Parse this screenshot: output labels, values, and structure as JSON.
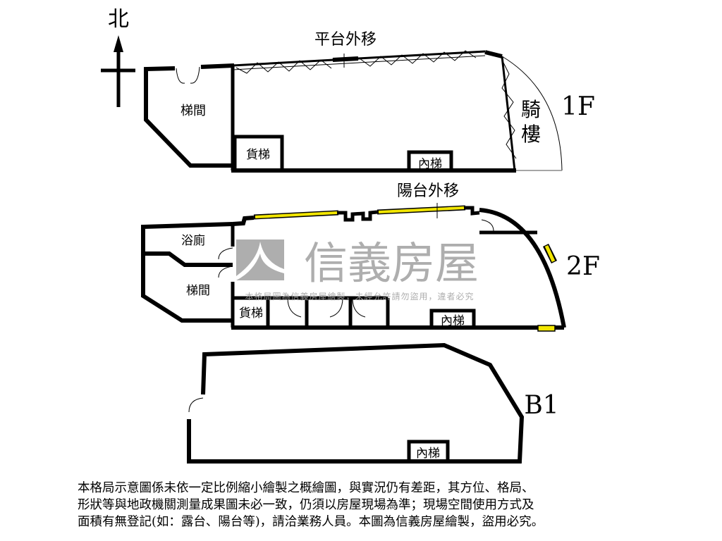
{
  "compass": {
    "north": "北",
    "icon": "north-arrow-icon"
  },
  "floors": {
    "f1": {
      "label": "1F",
      "rooms": {
        "stair": "梯間",
        "cargo_lift": "貨梯",
        "inner_stair": "內梯"
      },
      "platform_note": "平台外移",
      "arcade": [
        "騎",
        "樓"
      ]
    },
    "f2": {
      "label": "2F",
      "rooms": {
        "bath": "浴廁",
        "stair": "梯間",
        "cargo_lift": "貨梯",
        "inner_stair": "內梯"
      },
      "balcony_note": "陽台外移"
    },
    "b1": {
      "label": "B1",
      "rooms": {
        "inner_stair": "內梯"
      }
    }
  },
  "watermark": {
    "brand": "信義房屋",
    "notice": "本格局圖為信義房屋繪製，未經允許請勿盜用，違者必究"
  },
  "disclaimer": [
    "本格局示意圖係未依一定比例縮小繪製之概繪圖，與實況仍有差距，其方位、格局、",
    "形狀等與地政機關測量成果圖未必一致，仍須以房屋現場為準；現場空間使用方式及",
    "面積有無登記(如：露台、陽台等)，請洽業務人員。本圖為信義房屋繪製，盜用必究。"
  ],
  "colors": {
    "wall": "#000000",
    "window": "#f2e600",
    "watermark": "#a6a6a6"
  }
}
